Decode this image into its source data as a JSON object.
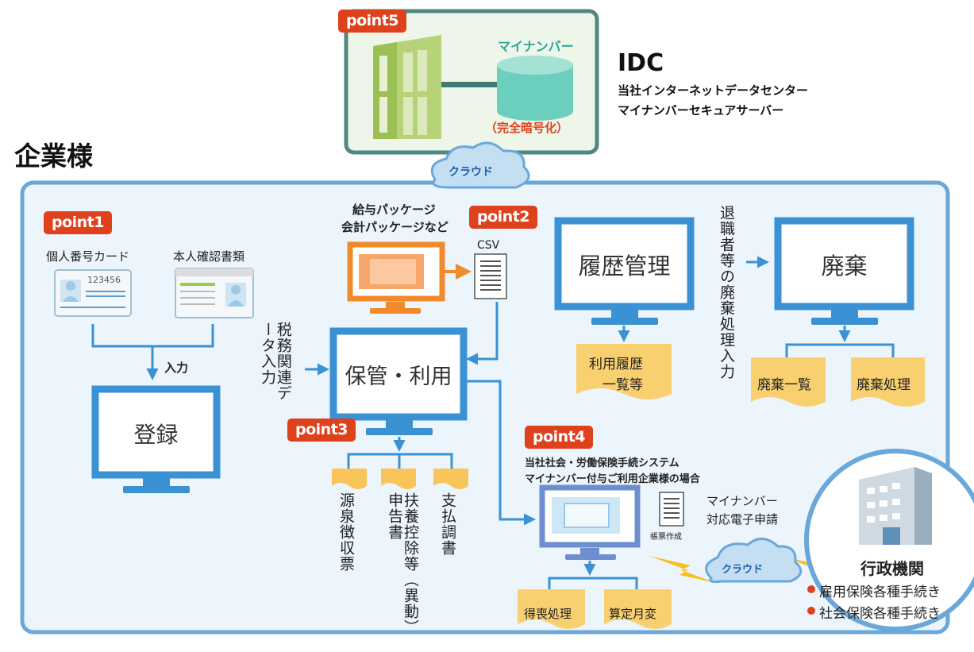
{
  "colors": {
    "blue": "#3a92d4",
    "bg": "#ecf4fc",
    "red": "#e0411d",
    "orange": "#f08a2a",
    "paper": "#f9d070",
    "teal": "#4bbcaa",
    "lightgreen": "#eef6ea",
    "green": "#9cbf56"
  },
  "idc": {
    "badge": "point5",
    "db_label": "マイナンバー",
    "encrypt": "（完全暗号化）",
    "title": "IDC",
    "sub1": "当社インターネットデータセンター",
    "sub2": "マイナンバーセキュアサーバー"
  },
  "company": {
    "title": "企業様",
    "cloud_top": "クラウド"
  },
  "point1": {
    "badge": "point1",
    "card1": "個人番号カード",
    "card1_num": "123456",
    "card2": "本人確認書類",
    "input": "入力",
    "register": "登録"
  },
  "point2": {
    "badge": "point2",
    "pkg_line1": "給与パッケージ",
    "pkg_line2": "会計パッケージなど",
    "csv": "CSV"
  },
  "tax_input": "税務関連データ入力",
  "storage": {
    "label": "保管・利用"
  },
  "point3": {
    "badge": "point3",
    "doc1": "源泉徴収票",
    "doc2": "扶養控除等（異動）申告書",
    "doc3": "支払調書"
  },
  "history": {
    "label": "履歴管理",
    "doc_line1": "利用履歴",
    "doc_line2": "一覧等"
  },
  "retire_input": "退職者等の廃棄処理入力",
  "dispose": {
    "label": "廃棄",
    "doc1": "廃棄一覧",
    "doc2": "廃棄処理"
  },
  "point4": {
    "badge": "point4",
    "desc1": "当社社会・労働保険手続システム",
    "desc2": "マイナンバー付与ご利用企業様の場合",
    "report": "帳票作成",
    "efile1": "マイナンバー",
    "efile2": "対応電子申請",
    "cloud": "クラウド",
    "doc1": "得喪処理",
    "doc2": "算定月変"
  },
  "gov": {
    "title": "行政機関",
    "item1": "雇用保険各種手続き",
    "item2": "社会保険各種手続き"
  }
}
